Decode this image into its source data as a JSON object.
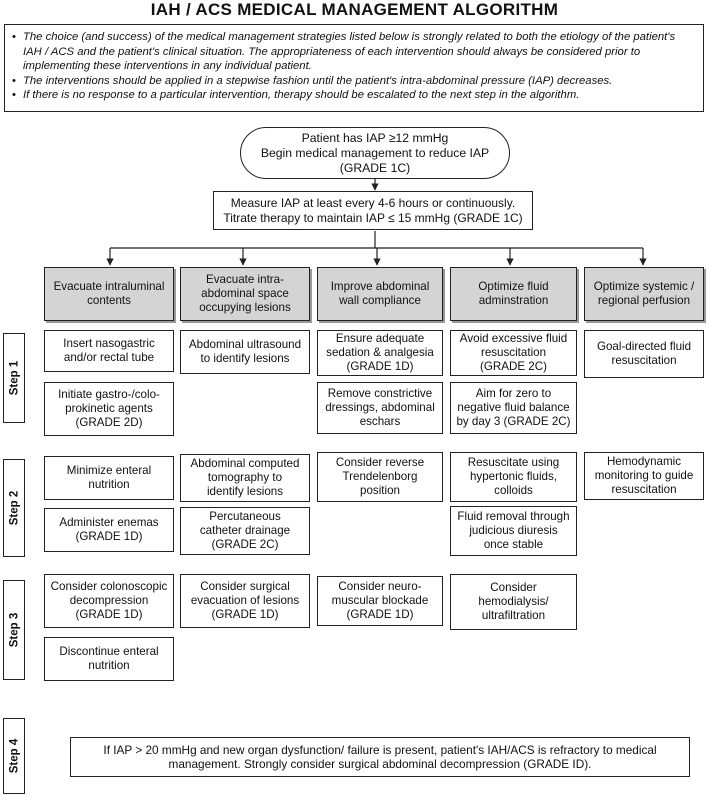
{
  "title": "IAH / ACS MEDICAL MANAGEMENT ALGORITHM",
  "notes": [
    "The choice (and success) of the medical management strategies listed below is strongly related to both the etiology of the patient's IAH / ACS and the patient's clinical situation. The appropriateness of each intervention should always be considered prior to implementing these interventions in any individual patient.",
    "The interventions should be applied in a stepwise fashion until the patient's intra-abdominal pressure (IAP) decreases.",
    "If there is no response to a particular intervention, therapy should be escalated to the next step in the algorithm."
  ],
  "start": "Patient has IAP ≥12 mmHg\nBegin medical management to reduce IAP\n(GRADE 1C)",
  "measure": "Measure IAP at least every 4-6 hours or continuously.\nTitrate therapy to maintain IAP ≤ 15 mmHg (GRADE 1C)",
  "headers": [
    "Evacuate intraluminal\ncontents",
    "Evacuate intra-\nabdominal space\noccupying lesions",
    "Improve abdominal\nwall compliance",
    "Optimize fluid\nadminstration",
    "Optimize systemic /\nregional perfusion"
  ],
  "steps": [
    "Step 1",
    "Step 2",
    "Step 3",
    "Step 4"
  ],
  "cells": {
    "c1_s1a": "Insert nasogastric\nand/or rectal tube",
    "c1_s1b": "Initiate gastro-/colo-\nprokinetic agents\n(GRADE 2D)",
    "c1_s2a": "Minimize enteral\nnutrition",
    "c1_s2b": "Administer enemas\n(GRADE 1D)",
    "c1_s3a": "Consider colonoscopic\ndecompression\n(GRADE 1D)",
    "c1_s3b": "Discontinue enteral\nnutrition",
    "c2_s1a": "Abdominal ultrasound\nto identify lesions",
    "c2_s2a": "Abdominal computed\ntomography to\nidentify lesions",
    "c2_s2b": "Percutaneous\ncatheter drainage\n(GRADE 2C)",
    "c2_s3a": "Consider surgical\nevacuation of lesions\n(GRADE 1D)",
    "c3_s1a": "Ensure adequate\nsedation & analgesia\n(GRADE 1D)",
    "c3_s1b": "Remove constrictive\ndressings, abdominal\neschars",
    "c3_s2a": "Consider reverse\nTrendelenborg\nposition",
    "c3_s3a": "Consider neuro-\nmuscular blockade\n(GRADE 1D)",
    "c4_s1a": "Avoid excessive fluid\nresuscitation\n(GRADE 2C)",
    "c4_s1b": "Aim for zero to\nnegative fluid balance\nby day 3 (GRADE 2C)",
    "c4_s2a": "Resuscitate using\nhypertonic fluids,\ncolloids",
    "c4_s2b": "Fluid removal through\njudicious diuresis\nonce stable",
    "c4_s3a": "Consider\nhemodialysis/\nultrafiltration",
    "c5_s1a": "Goal-directed fluid\nresuscitation",
    "c5_s2a": "Hemodynamic\nmonitoring to guide\nresuscitation"
  },
  "step4_text": "If IAP > 20 mmHg and new organ dysfunction/ failure is present, patient's IAH/ACS is refractory to medical management. Strongly consider surgical abdominal decompression (GRADE ID)."
}
